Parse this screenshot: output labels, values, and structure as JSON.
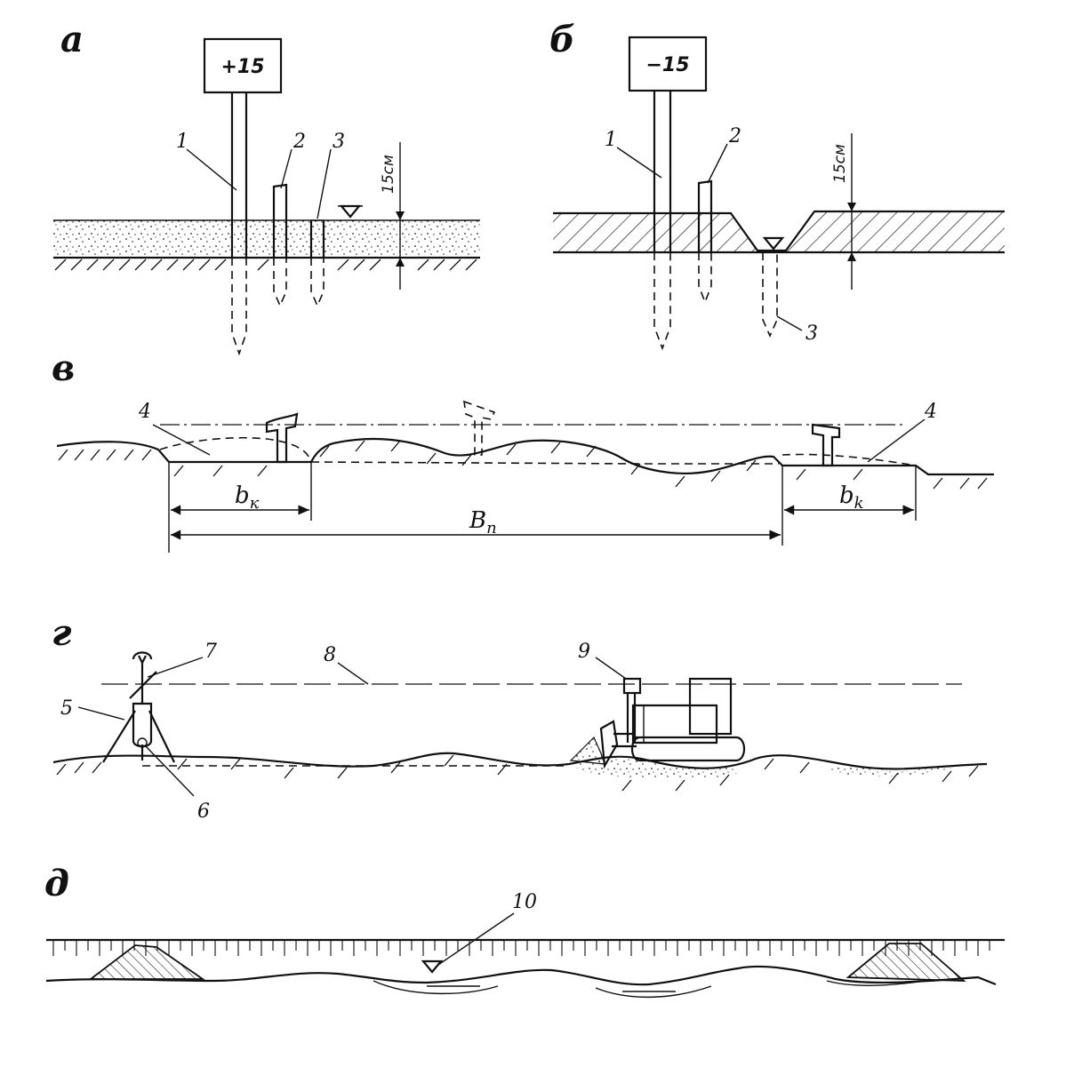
{
  "panels": {
    "a": {
      "letter": "а",
      "sign_value": "+15",
      "labels": [
        "1",
        "2",
        "3"
      ],
      "dimension": "15см"
    },
    "b": {
      "letter": "б",
      "sign_value": "−15",
      "labels": [
        "1",
        "2",
        "3"
      ],
      "dimension": "15см"
    },
    "v": {
      "letter": "в",
      "labels": [
        "4",
        "4"
      ],
      "dim_left": "b",
      "dim_left_sub": "к",
      "dim_right": "b",
      "dim_right_sub": "k",
      "dim_total": "B",
      "dim_total_sub": "п"
    },
    "g": {
      "letter": "г",
      "labels": [
        "5",
        "6",
        "7",
        "8",
        "9"
      ]
    },
    "d": {
      "letter": "д",
      "labels": [
        "10"
      ]
    }
  }
}
